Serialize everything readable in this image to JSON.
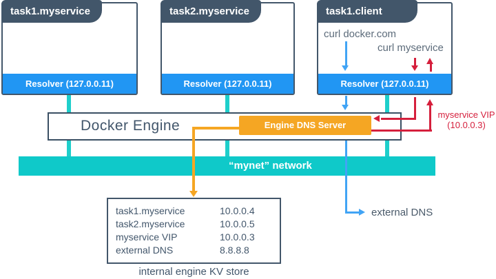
{
  "diagram": {
    "containers": [
      {
        "title": "task1.myservice",
        "resolver": "Resolver (127.0.0.11)"
      },
      {
        "title": "task2.myservice",
        "resolver": "Resolver (127.0.0.11)"
      },
      {
        "title": "task1.client",
        "resolver": "Resolver (127.0.0.11)",
        "commands": {
          "external": "curl docker.com",
          "internal": "curl myservice"
        }
      }
    ],
    "engine": {
      "label": "Docker Engine",
      "dns_server_label": "Engine DNS Server"
    },
    "network": {
      "label": "“mynet” network"
    },
    "kv_store": {
      "caption": "internal engine KV store",
      "entries": [
        {
          "name": "task1.myservice",
          "value": "10.0.0.4"
        },
        {
          "name": "task2.myservice",
          "value": "10.0.0.5"
        },
        {
          "name": "myservice VIP",
          "value": "10.0.0.3"
        },
        {
          "name": "external DNS",
          "value": "8.8.8.8"
        }
      ]
    },
    "annotations": {
      "vip_line1": "myservice VIP",
      "vip_line2": "(10.0.0.3)",
      "external_dns": "external DNS"
    },
    "colors": {
      "slate": "#42566A",
      "resolver_blue": "#2196F3",
      "arrow_blue": "#41A4F5",
      "teal_network": "#0FC9C9",
      "orange": "#F5A623",
      "red": "#D51F3C",
      "gray_text": "#5C6B7A"
    }
  }
}
